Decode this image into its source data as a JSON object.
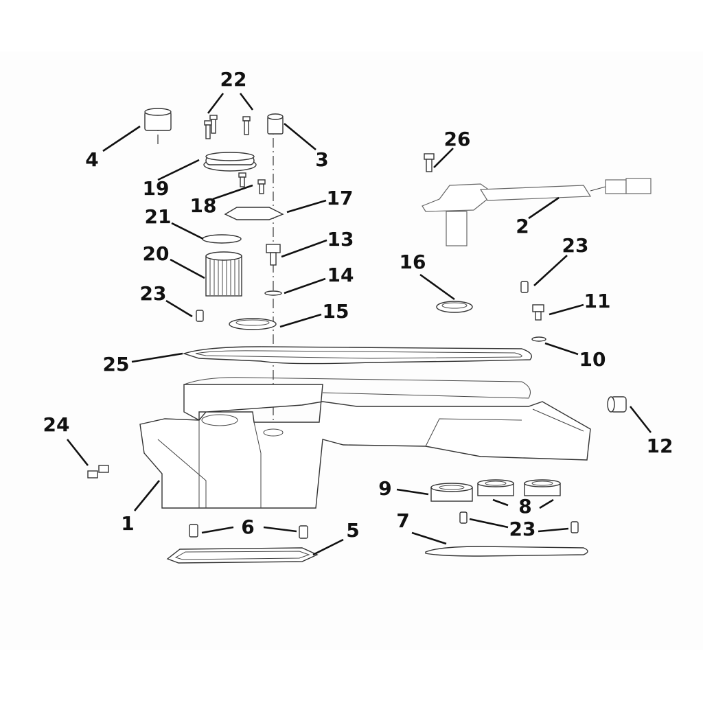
{
  "diagram": {
    "callouts": [
      "22",
      "4",
      "3",
      "26",
      "19",
      "18",
      "17",
      "2",
      "21",
      "13",
      "20",
      "23",
      "14",
      "16",
      "11",
      "23",
      "15",
      "10",
      "25",
      "12",
      "24",
      "9",
      "8",
      "1",
      "6",
      "5",
      "7",
      "23"
    ]
  }
}
